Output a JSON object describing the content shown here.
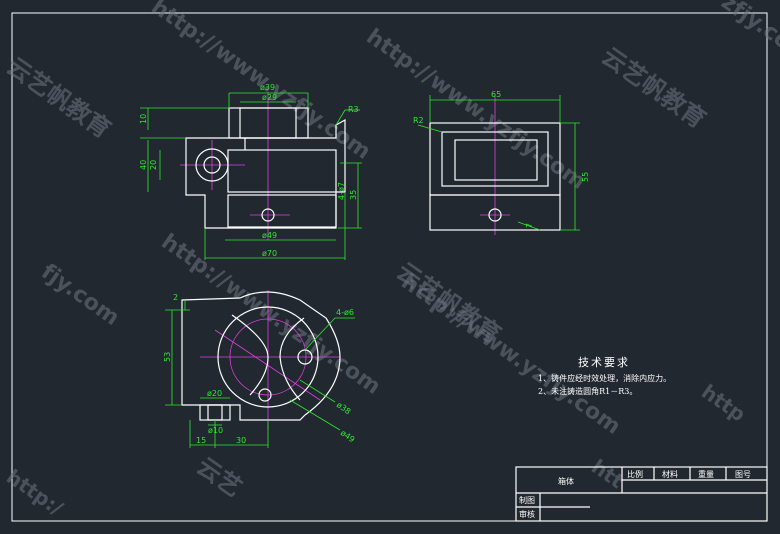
{
  "watermark": {
    "url": "http://www.yzfjy.com",
    "brand": "云艺帆教育",
    "url_short_1": "yzfjy.com",
    "url_short_2": "fjy.com",
    "url_short_3": "zfjy.com",
    "url_short_4": "http:/",
    "url_short_5": "htt",
    "url_short_6": "http",
    "brand_short_1": "云艺",
    "brand_short_2": "云艺帆",
    "brand_short_3": "艺帆教育"
  },
  "front_view": {
    "dims": [
      "ø39",
      "ø29",
      "R3",
      "10",
      "40",
      "20",
      "4-ø7",
      "35",
      "ø49",
      "ø70"
    ]
  },
  "side_view": {
    "dims": [
      "65",
      "R2",
      "55",
      "7"
    ]
  },
  "top_view": {
    "dims": [
      "2",
      "4-ø6",
      "53",
      "ø38",
      "ø20",
      "ø10",
      "ø49",
      "15",
      "30"
    ]
  },
  "tech_requirements": {
    "title": "技术要求",
    "items": [
      "1、铸件应经时效处理，消除内应力。",
      "2、未注铸造圆角R1－R3。"
    ]
  },
  "title_block": {
    "part_name": "箱体",
    "headers": [
      "比例",
      "材料",
      "重量",
      "图号"
    ],
    "drawn_label": "制图",
    "checked_label": "审核"
  }
}
